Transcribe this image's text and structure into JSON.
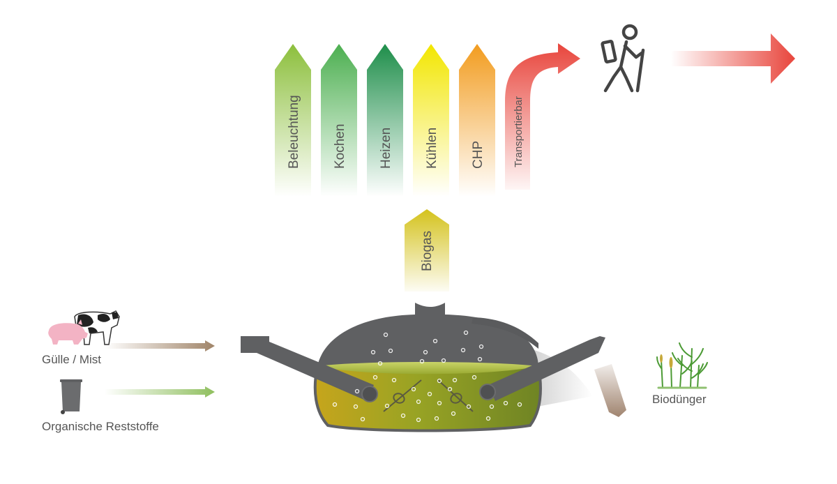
{
  "uses": [
    {
      "label": "Beleuchtung",
      "color": "#8cbf3c"
    },
    {
      "label": "Kochen",
      "color": "#4caf50"
    },
    {
      "label": "Heizen",
      "color": "#1e8e4a"
    },
    {
      "label": "Kühlen",
      "color": "#f2e600"
    },
    {
      "label": "CHP",
      "color": "#f29c1f"
    }
  ],
  "transport": {
    "label": "Transportierbar",
    "color": "#e8453c"
  },
  "biogas": {
    "label": "Biogas",
    "color": "#d4c21c"
  },
  "inputs": {
    "manure": {
      "label": "Gülle / Mist",
      "arrow_color": "#a08468"
    },
    "organic": {
      "label": "Organische Reststoffe",
      "arrow_color": "#8fbf5e"
    }
  },
  "output": {
    "label": "Biodünger",
    "arrow_color": "#a0846f"
  },
  "icons": {
    "hiker": "hiker-icon",
    "pig": "pig-icon",
    "cow": "cow-icon",
    "bin": "waste-bin-icon",
    "plants": "plants-icon",
    "digester": "biogas-digester-icon"
  },
  "colors": {
    "digester_shell": "#5f6062",
    "slurry": "#8f9a22",
    "label": "#555555"
  }
}
